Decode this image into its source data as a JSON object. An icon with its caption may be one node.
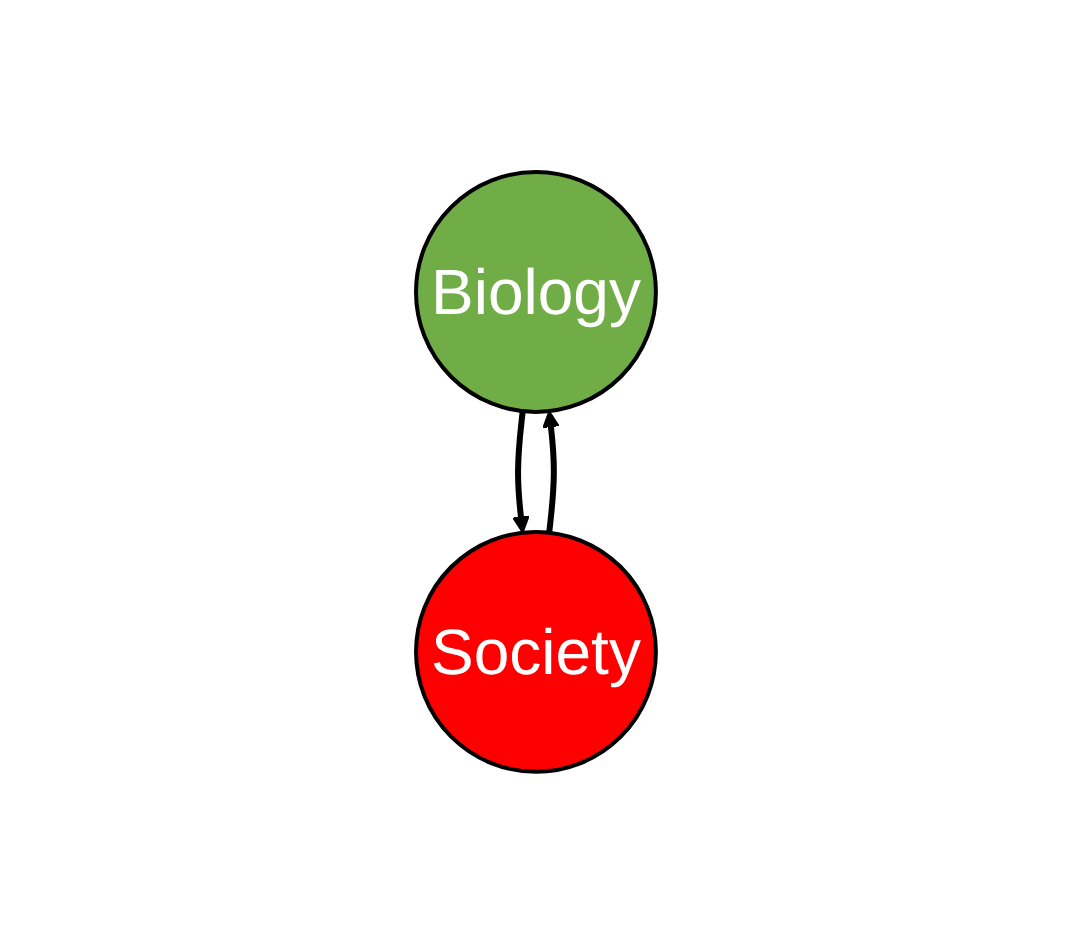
{
  "diagram": {
    "nodes": [
      {
        "text": [
          "Biology"
        ]
      },
      {
        "text": [
          "Society"
        ]
      }
    ],
    "edges": [
      {
        "from": 0,
        "to": 1,
        "arrow": "to"
      },
      {
        "from": 1,
        "to": 0,
        "arrow": "to"
      }
    ]
  }
}
